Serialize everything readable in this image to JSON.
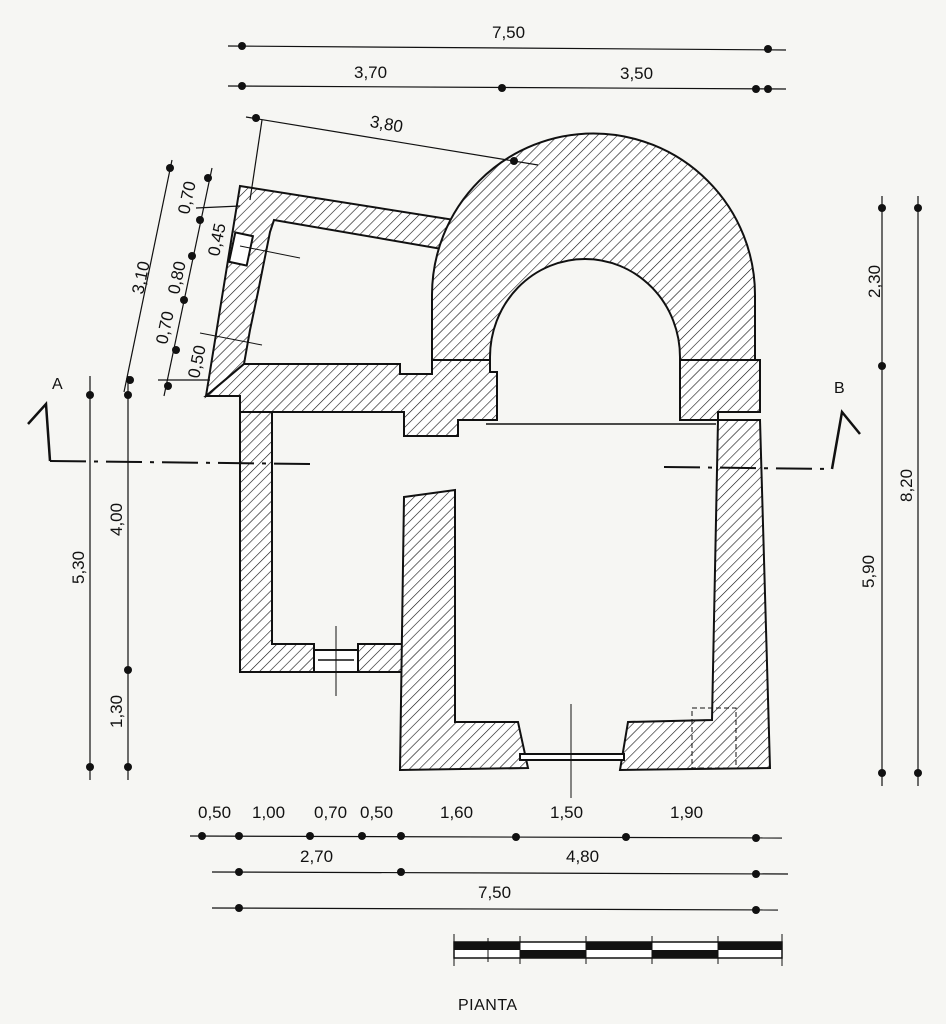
{
  "title": "PIANTA",
  "sections": {
    "left": "A",
    "right": "B"
  },
  "dimensions": {
    "top": {
      "total": "7,50",
      "left_part": "3,70",
      "right_part": "3,50",
      "apse": "3,80"
    },
    "left_slanted": {
      "overall": "3,10",
      "d1": "0,70",
      "d2": "0,45",
      "d3": "0,80",
      "d4": "0,70",
      "d5": "0,50"
    },
    "left_vertical": {
      "total": "5,30",
      "upper": "4,00",
      "lower": "1,30"
    },
    "right_vertical": {
      "upper": "2,30",
      "lower": "5,90",
      "total": "8,20"
    },
    "bottom": {
      "row1": [
        "0,50",
        "1,00",
        "0,70",
        "0,50",
        "1,60",
        "1,50",
        "1,90"
      ],
      "row2_left": "2,70",
      "row2_right": "4,80",
      "row3_total": "7,50"
    }
  },
  "colors": {
    "ink": "#111111",
    "paper": "#f6f6f3"
  }
}
